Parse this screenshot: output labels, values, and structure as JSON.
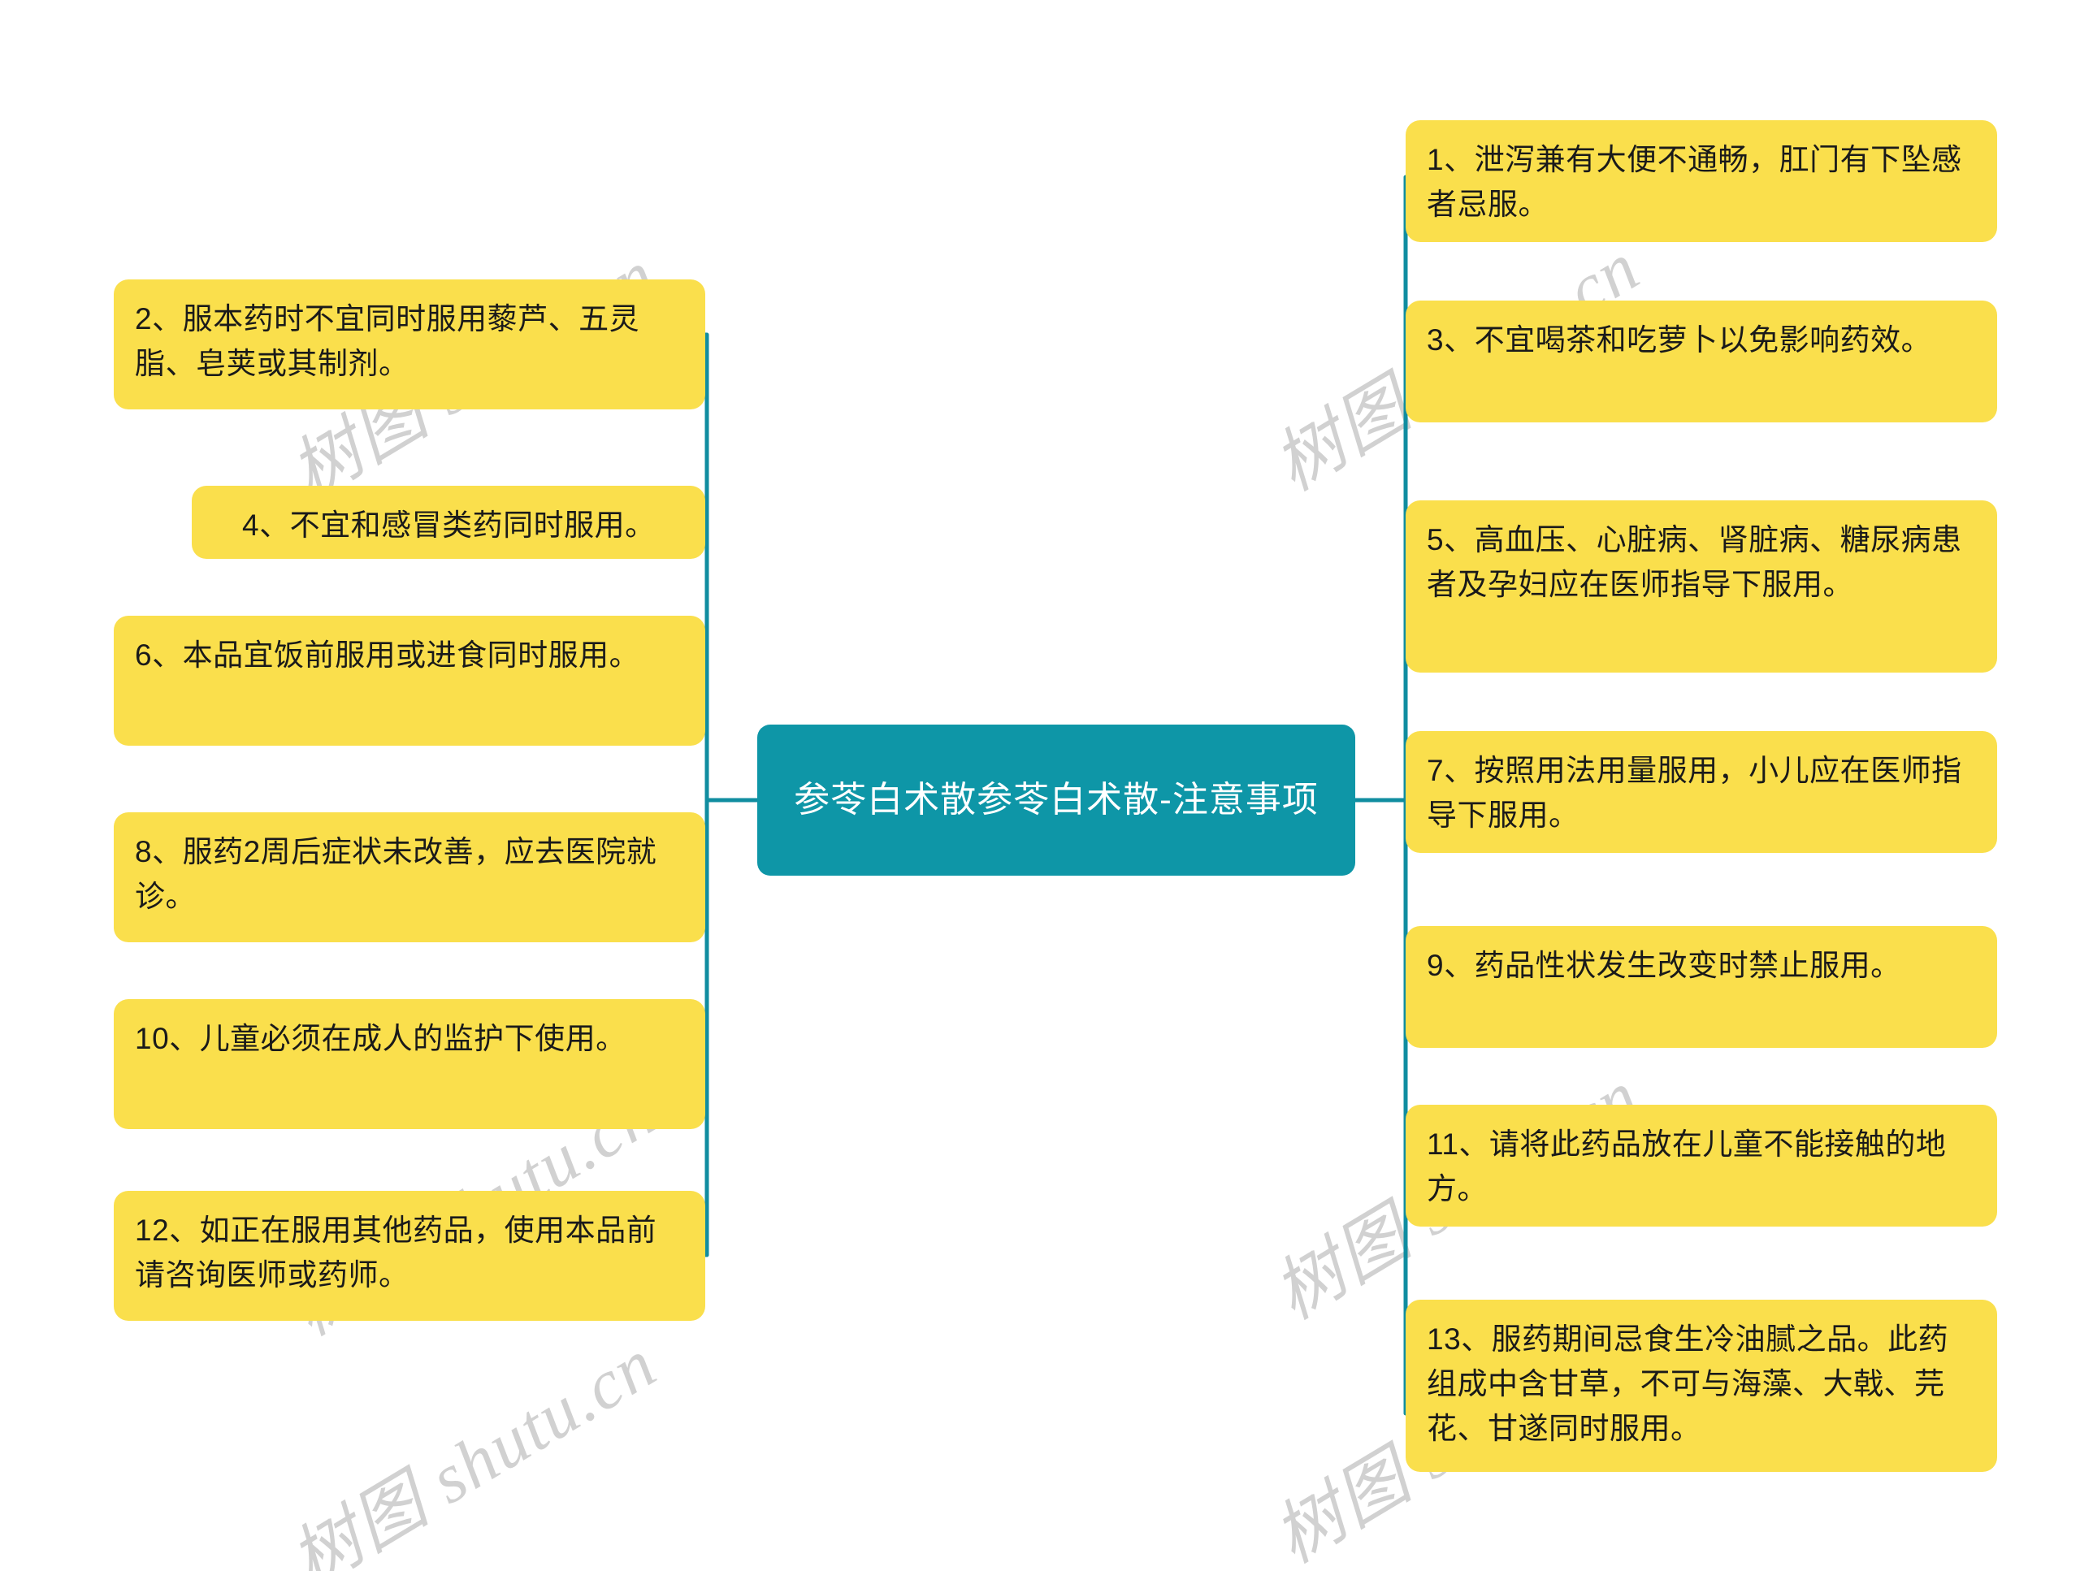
{
  "diagram": {
    "type": "mindmap",
    "root": {
      "label": "参苓白术散参苓白术散-注意事项",
      "fill": "#0E96A7",
      "text_color": "#ffffff"
    },
    "node_fill": "#FADF4C",
    "node_text_color": "#1a1a1a",
    "connector_color": "#108DA0",
    "background": "#ffffff"
  },
  "branches": {
    "left": [
      {
        "id": "n2",
        "label": "2、服本药时不宜同时服用藜芦、五灵脂、皂荚或其制剂。"
      },
      {
        "id": "n4",
        "label": "4、不宜和感冒类药同时服用。"
      },
      {
        "id": "n6",
        "label": "6、本品宜饭前服用或进食同时服用。"
      },
      {
        "id": "n8",
        "label": "8、服药2周后症状未改善，应去医院就诊。"
      },
      {
        "id": "n10",
        "label": "10、儿童必须在成人的监护下使用。"
      },
      {
        "id": "n12",
        "label": "12、如正在服用其他药品，使用本品前请咨询医师或药师。"
      }
    ],
    "right": [
      {
        "id": "n1",
        "label": "1、泄泻兼有大便不通畅，肛门有下坠感者忌服。"
      },
      {
        "id": "n3",
        "label": "3、不宜喝茶和吃萝卜以免影响药效。"
      },
      {
        "id": "n5",
        "label": "5、高血压、心脏病、肾脏病、糖尿病患者及孕妇应在医师指导下服用。"
      },
      {
        "id": "n7",
        "label": "7、按照用法用量服用，小儿应在医师指导下服用。"
      },
      {
        "id": "n9",
        "label": "9、药品性状发生改变时禁止服用。"
      },
      {
        "id": "n11",
        "label": "11、请将此药品放在儿童不能接触的地方。"
      },
      {
        "id": "n13",
        "label": "13、服药期间忌食生冷油腻之品。此药组成中含甘草，不可与海藻、大戟、芫花、甘遂同时服用。"
      }
    ]
  },
  "watermarks": [
    {
      "text": "树图 shutu.cn"
    },
    {
      "text": "树图 shutu.cn"
    },
    {
      "text": "树图 shutu.cn"
    },
    {
      "text": "树图 shutu.cn"
    },
    {
      "text": "树图 shutu.cn"
    },
    {
      "text": "树图 shutu.cn"
    }
  ]
}
